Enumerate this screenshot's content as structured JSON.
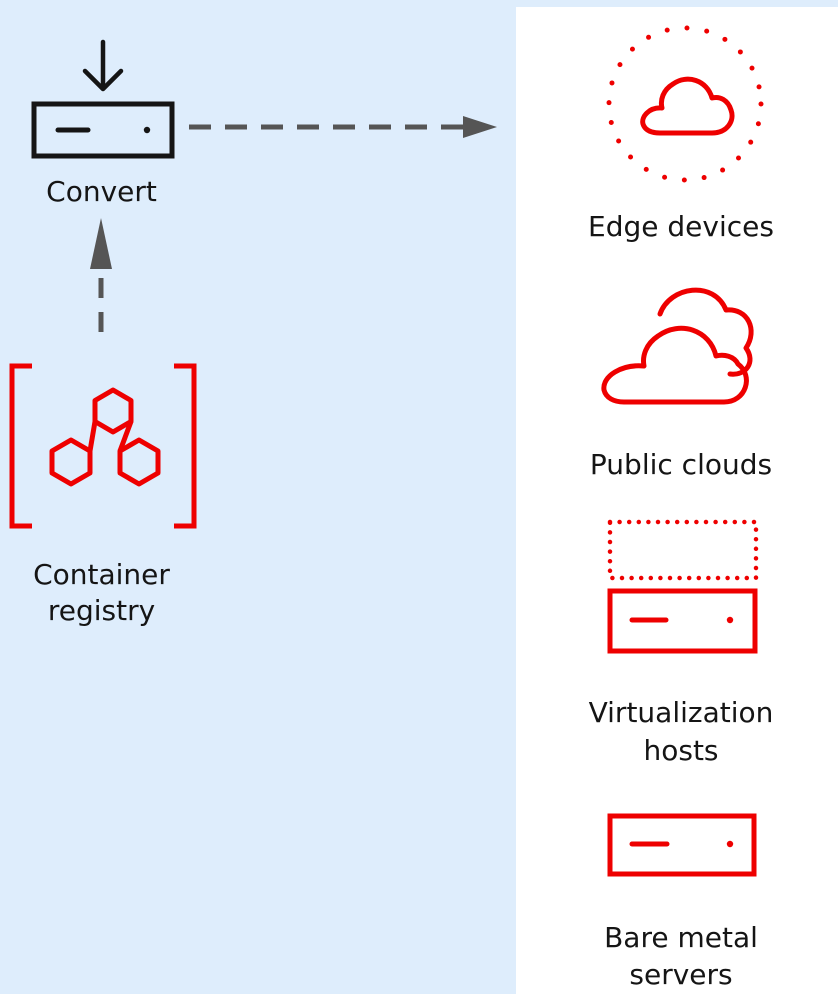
{
  "colors": {
    "background": "#deedfc",
    "panel": "#ffffff",
    "accent": "#ee0000",
    "arrow": "#555555",
    "text": "#151515"
  },
  "left": {
    "convert": {
      "label": "Convert",
      "icon": "download-server-icon"
    },
    "registry": {
      "label_line1": "Container",
      "label_line2": "registry",
      "icon": "container-registry-icon"
    }
  },
  "targets": [
    {
      "label_line1": "Edge devices",
      "icon": "edge-cloud-icon"
    },
    {
      "label_line1": "Public clouds",
      "icon": "public-clouds-icon"
    },
    {
      "label_line1": "Virtualization",
      "label_line2": "hosts",
      "icon": "virtualization-host-icon"
    },
    {
      "label_line1": "Bare metal",
      "label_line2": "servers",
      "icon": "bare-metal-server-icon"
    }
  ]
}
